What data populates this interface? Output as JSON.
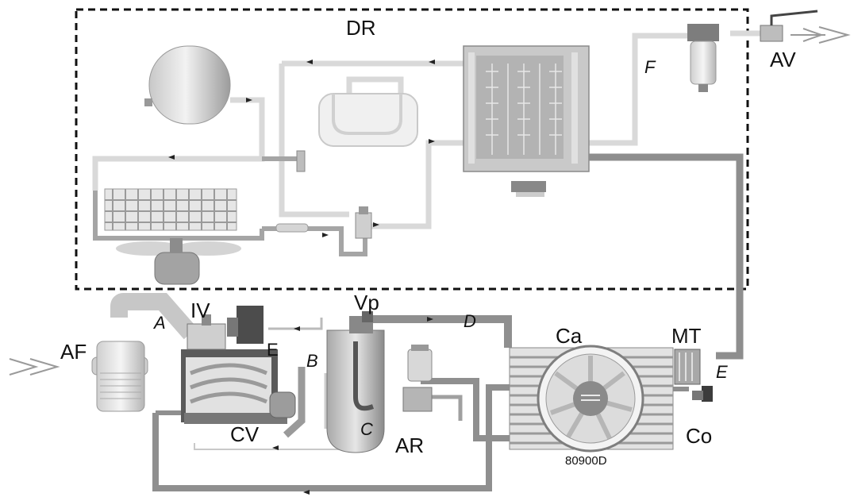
{
  "labels": {
    "dr": "DR",
    "av": "AV",
    "f": "F",
    "af": "AF",
    "a": "A",
    "iv": "IV",
    "vp": "Vp",
    "d": "D",
    "e_left": "E",
    "b": "B",
    "ca": "Ca",
    "mt": "MT",
    "e_right": "E",
    "cv": "CV",
    "c": "C",
    "ar": "AR",
    "co": "Co",
    "model": "80900D"
  },
  "colors": {
    "pipe_dark": "#9a9a9a",
    "pipe_light": "#d8d8d8",
    "dashed_border": "#111111"
  }
}
